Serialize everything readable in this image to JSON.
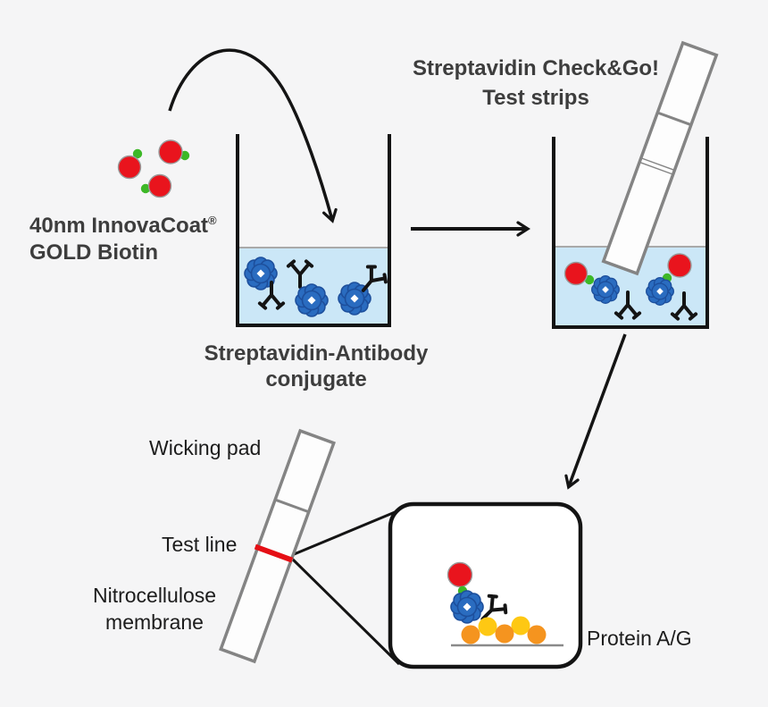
{
  "title": "Streptavidin Check&Go! lateral flow assay workflow diagram",
  "colors": {
    "background": "#f5f5f6",
    "ink": "#141414",
    "red": "#e9141d",
    "test_line_red": "#e50f15",
    "green": "#3db827",
    "blue": "#2a6cc0",
    "blue_dark": "#1d4f9c",
    "orange": "#f5941f",
    "yellow": "#fec813",
    "liquid": "#cbe7f7",
    "strip_gray": "#848484",
    "surface_gray": "#a9a9a9",
    "baseline_gray": "#8a8a8a",
    "label_dark": "#3d3d3d",
    "label_black": "#1c1c1c"
  },
  "labels": {
    "gold_line1": "40nm InnovaCoat",
    "gold_reg": "®",
    "gold_line2": "GOLD Biotin",
    "strips_line1": "Streptavidin Check&Go!",
    "strips_line2": "Test strips",
    "conjugate_line1": "Streptavidin-Antibody",
    "conjugate_line2": "conjugate",
    "wicking_pad": "Wicking pad",
    "test_line": "Test line",
    "membrane_line1": "Nitrocellulose",
    "membrane_line2": "membrane",
    "protein_ag": "Protein A/G"
  },
  "icons": {
    "gold-nanoparticle-icon": "red circle",
    "biotin-icon": "small green dot",
    "streptavidin-icon": "blue flower/gear with white diamond hole",
    "antibody-icon": "black Y shape",
    "protein-ag-beads-icon": "row of orange and yellow circles",
    "test-strip-icon": "gray outlined tilted strip",
    "beaker-icon": "open-top vessel with light blue liquid",
    "arrow-icon": "black line with open chevron head"
  }
}
